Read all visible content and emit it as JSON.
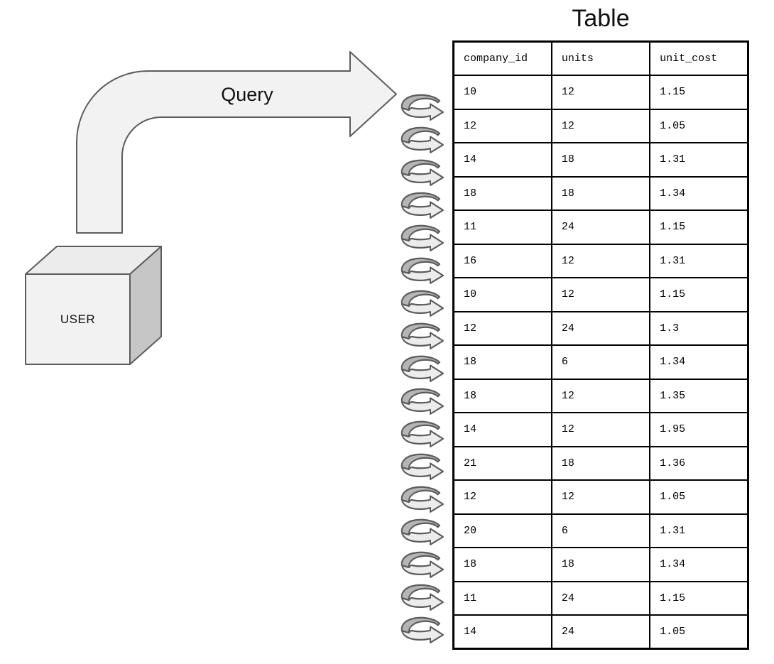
{
  "title": "Table",
  "arrow_label": "Query",
  "user_label": "USER",
  "table": {
    "headers": [
      "company_id",
      "units",
      "unit_cost"
    ],
    "rows": [
      {
        "cells": [
          "10",
          "12",
          "1.15"
        ],
        "highlighted": false
      },
      {
        "cells": [
          "12",
          "12",
          "1.05"
        ],
        "highlighted": false
      },
      {
        "cells": [
          "14",
          "18",
          "1.31"
        ],
        "highlighted": false
      },
      {
        "cells": [
          "18",
          "18",
          "1.34"
        ],
        "highlighted": true
      },
      {
        "cells": [
          "11",
          "24",
          "1.15"
        ],
        "highlighted": false
      },
      {
        "cells": [
          "16",
          "12",
          "1.31"
        ],
        "highlighted": false
      },
      {
        "cells": [
          "10",
          "12",
          "1.15"
        ],
        "highlighted": false
      },
      {
        "cells": [
          "12",
          "24",
          "1.3"
        ],
        "highlighted": false
      },
      {
        "cells": [
          "18",
          "6",
          "1.34"
        ],
        "highlighted": true
      },
      {
        "cells": [
          "18",
          "12",
          "1.35"
        ],
        "highlighted": true
      },
      {
        "cells": [
          "14",
          "12",
          "1.95"
        ],
        "highlighted": false
      },
      {
        "cells": [
          "21",
          "18",
          "1.36"
        ],
        "highlighted": false
      },
      {
        "cells": [
          "12",
          "12",
          "1.05"
        ],
        "highlighted": false
      },
      {
        "cells": [
          "20",
          "6",
          "1.31"
        ],
        "highlighted": false
      },
      {
        "cells": [
          "18",
          "18",
          "1.34"
        ],
        "highlighted": true
      },
      {
        "cells": [
          "11",
          "24",
          "1.15"
        ],
        "highlighted": false
      },
      {
        "cells": [
          "14",
          "24",
          "1.05"
        ],
        "highlighted": false
      }
    ]
  },
  "scan_icons": {
    "count": 17
  },
  "colors": {
    "highlight": "#f20202",
    "table_border": "#000000",
    "shape_fill": "#f2f2f2",
    "shape_stroke": "#5c5c5c",
    "icon_dark": "#b5b5b5",
    "icon_light": "#ececec"
  }
}
